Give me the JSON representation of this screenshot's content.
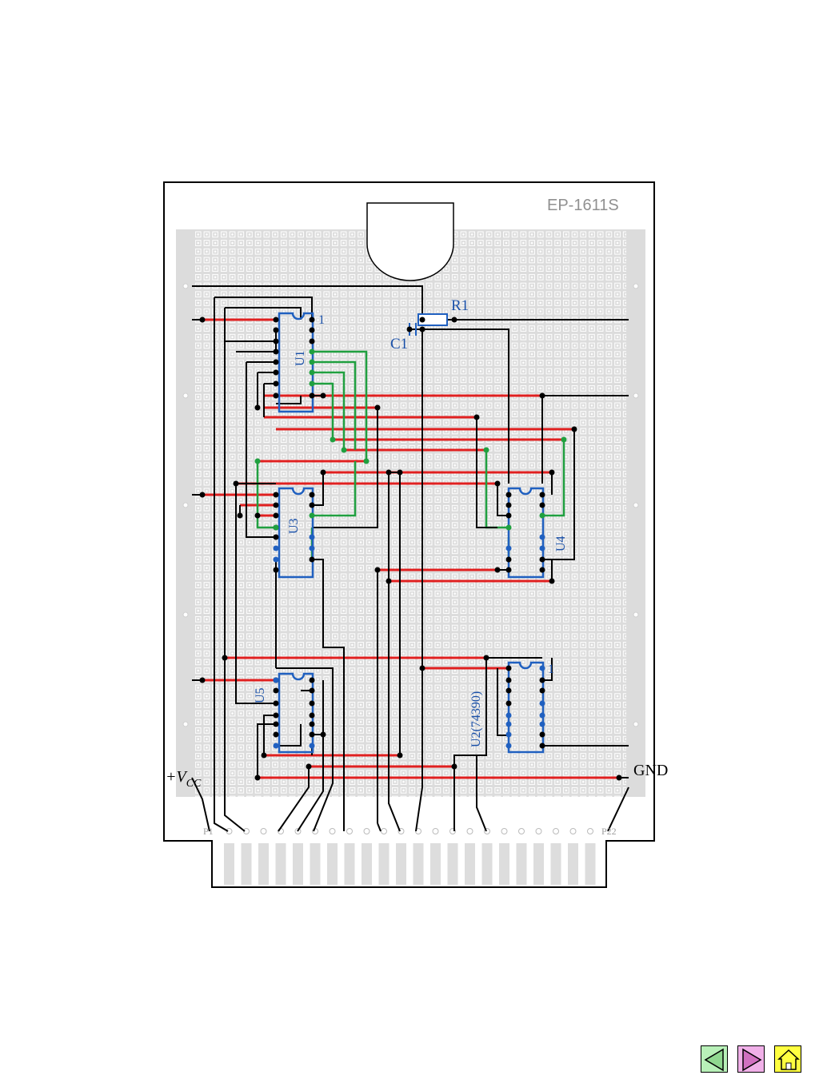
{
  "board": {
    "model": "EP-1611S",
    "vcc_label": "+V",
    "vcc_sub": "CC",
    "gnd_label": "GND",
    "pin_first": "P1",
    "pin_last": "P22"
  },
  "components": {
    "u1": "U1",
    "u2": "U2(74390)",
    "u3": "U3",
    "u4": "U4",
    "u5": "U5",
    "r1": "R1",
    "c1": "C1",
    "pin1_u1": "1",
    "pin1_u2": "1"
  },
  "colors": {
    "vcc_trace": "#e02020",
    "gnd_trace": "#e02020",
    "signal_wire": "#000000",
    "green_wire": "#20a040",
    "chip_outline": "#2060c0",
    "label": "#1a50a8"
  },
  "navigation": {
    "prev_icon": "triangle-left-icon",
    "next_icon": "triangle-right-icon",
    "home_icon": "home-icon"
  }
}
